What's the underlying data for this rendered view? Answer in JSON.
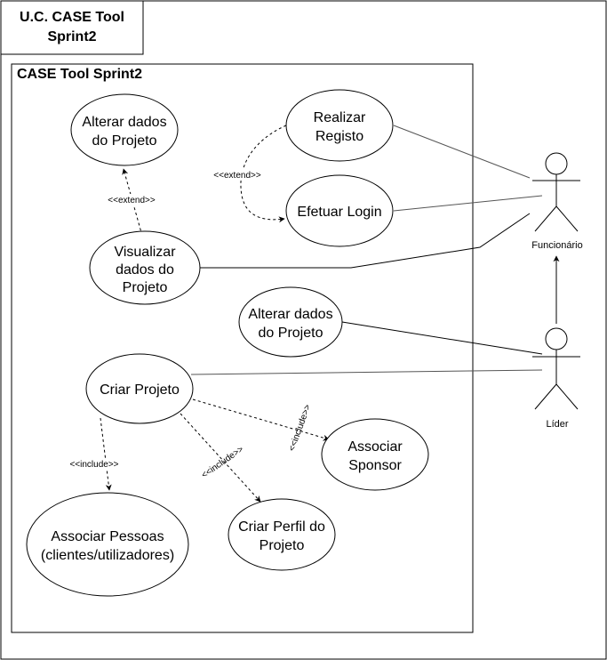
{
  "diagram": {
    "frame_title_line1": "U.C. CASE Tool",
    "frame_title_line2": "Sprint2",
    "system_title": "CASE Tool Sprint2",
    "use_cases": {
      "alterar_top": [
        "Alterar dados",
        "do Projeto"
      ],
      "realizar_registo": [
        "Realizar",
        "Registo"
      ],
      "efetuar_login": [
        "Efetuar Login"
      ],
      "visualizar": [
        "Visualizar",
        "dados do",
        "Projeto"
      ],
      "alterar_mid": [
        "Alterar dados",
        "do Projeto"
      ],
      "criar_projeto": [
        "Criar Projeto"
      ],
      "associar_sponsor": [
        "Associar",
        "Sponsor"
      ],
      "associar_pessoas": [
        "Associar Pessoas",
        "(clientes/utilizadores)"
      ],
      "criar_perfil": [
        "Criar Perfil do",
        "Projeto"
      ]
    },
    "actors": {
      "funcionario": "Funcionário",
      "lider": "Líder"
    },
    "relations": {
      "extend_1": "<<extend>>",
      "extend_2": "<<extend>>",
      "include_pessoas": "<<include>>",
      "include_perfil": "<<include>>",
      "include_sponsor": "<<include>>"
    }
  }
}
